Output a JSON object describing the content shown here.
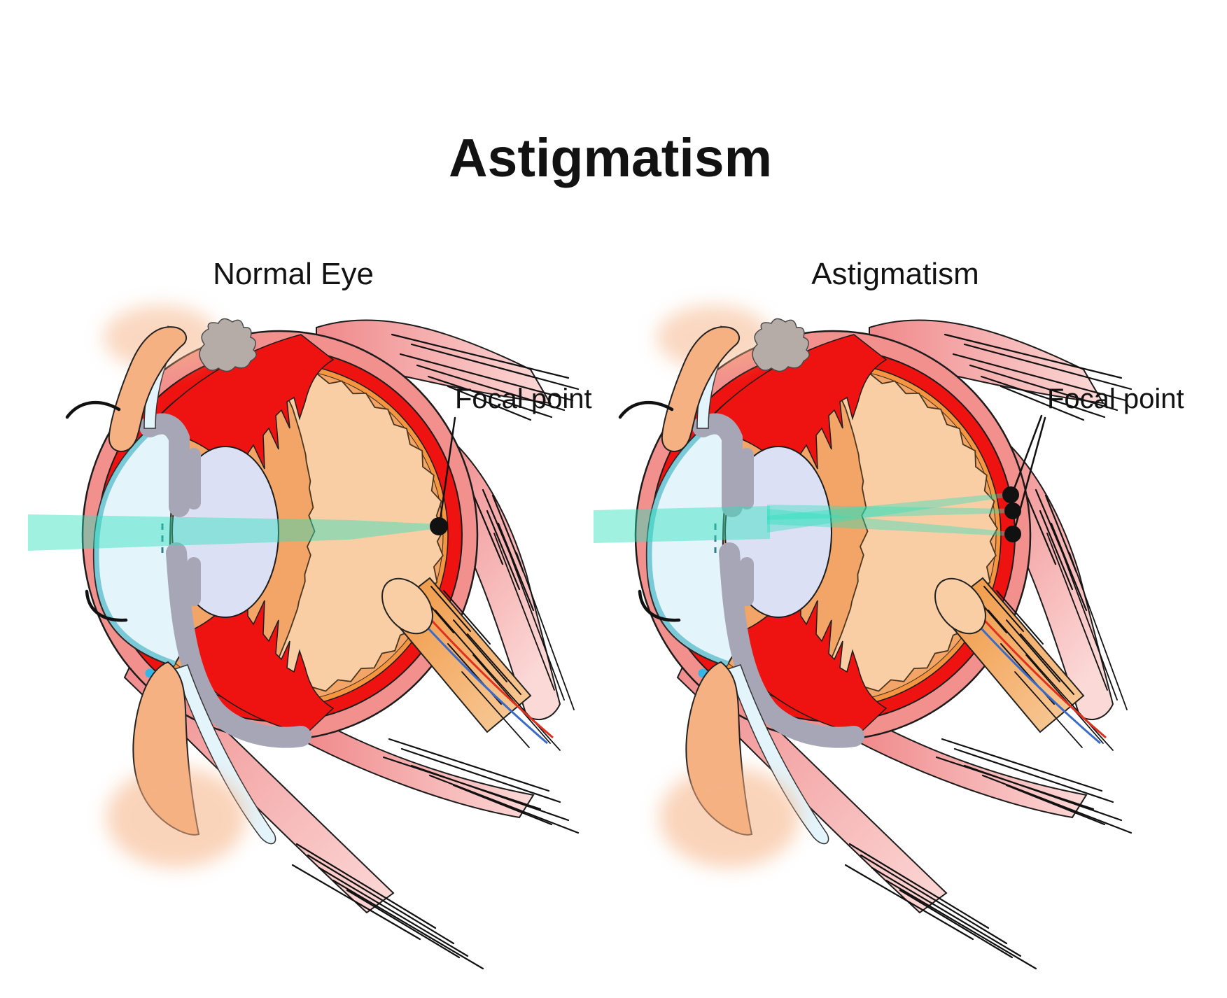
{
  "title": "Astigmatism",
  "panels": [
    {
      "id": "normal",
      "label": "Normal Eye",
      "focal_label": "Focal point",
      "focal_points_count": 1
    },
    {
      "id": "astigmatism",
      "label": "Astigmatism",
      "focal_label": "Focal point",
      "focal_points_count": 3
    }
  ],
  "colors": {
    "background": "#ffffff",
    "text": "#121212",
    "sclera_pink": "#F2908E",
    "sclera_red": "#EE1310",
    "choroid_orange": "#F5953F",
    "inner_orange": "#F2A566",
    "vitreous_peach": "#F9CEA5",
    "cornea_blue": "#E3F4FB",
    "cornea_rim": "#74C6D4",
    "lens_lavender": "#DBE0F4",
    "iris_gray": "#A7A6B6",
    "gland_gray": "#B5ACA7",
    "skin_peach": "#F6B183",
    "muscle_pink": "#F0888A",
    "muscle_pink_light": "#FBD9D7",
    "nerve_orange": "#F0953F",
    "nerve_orange_light": "#F8CD9E",
    "beam_teal": "#2EE0BD",
    "vessel_blue": "#3A6BC8",
    "vessel_red": "#E03020",
    "focal_dot": "#111111",
    "limbus_dot": "#35B6E8"
  }
}
